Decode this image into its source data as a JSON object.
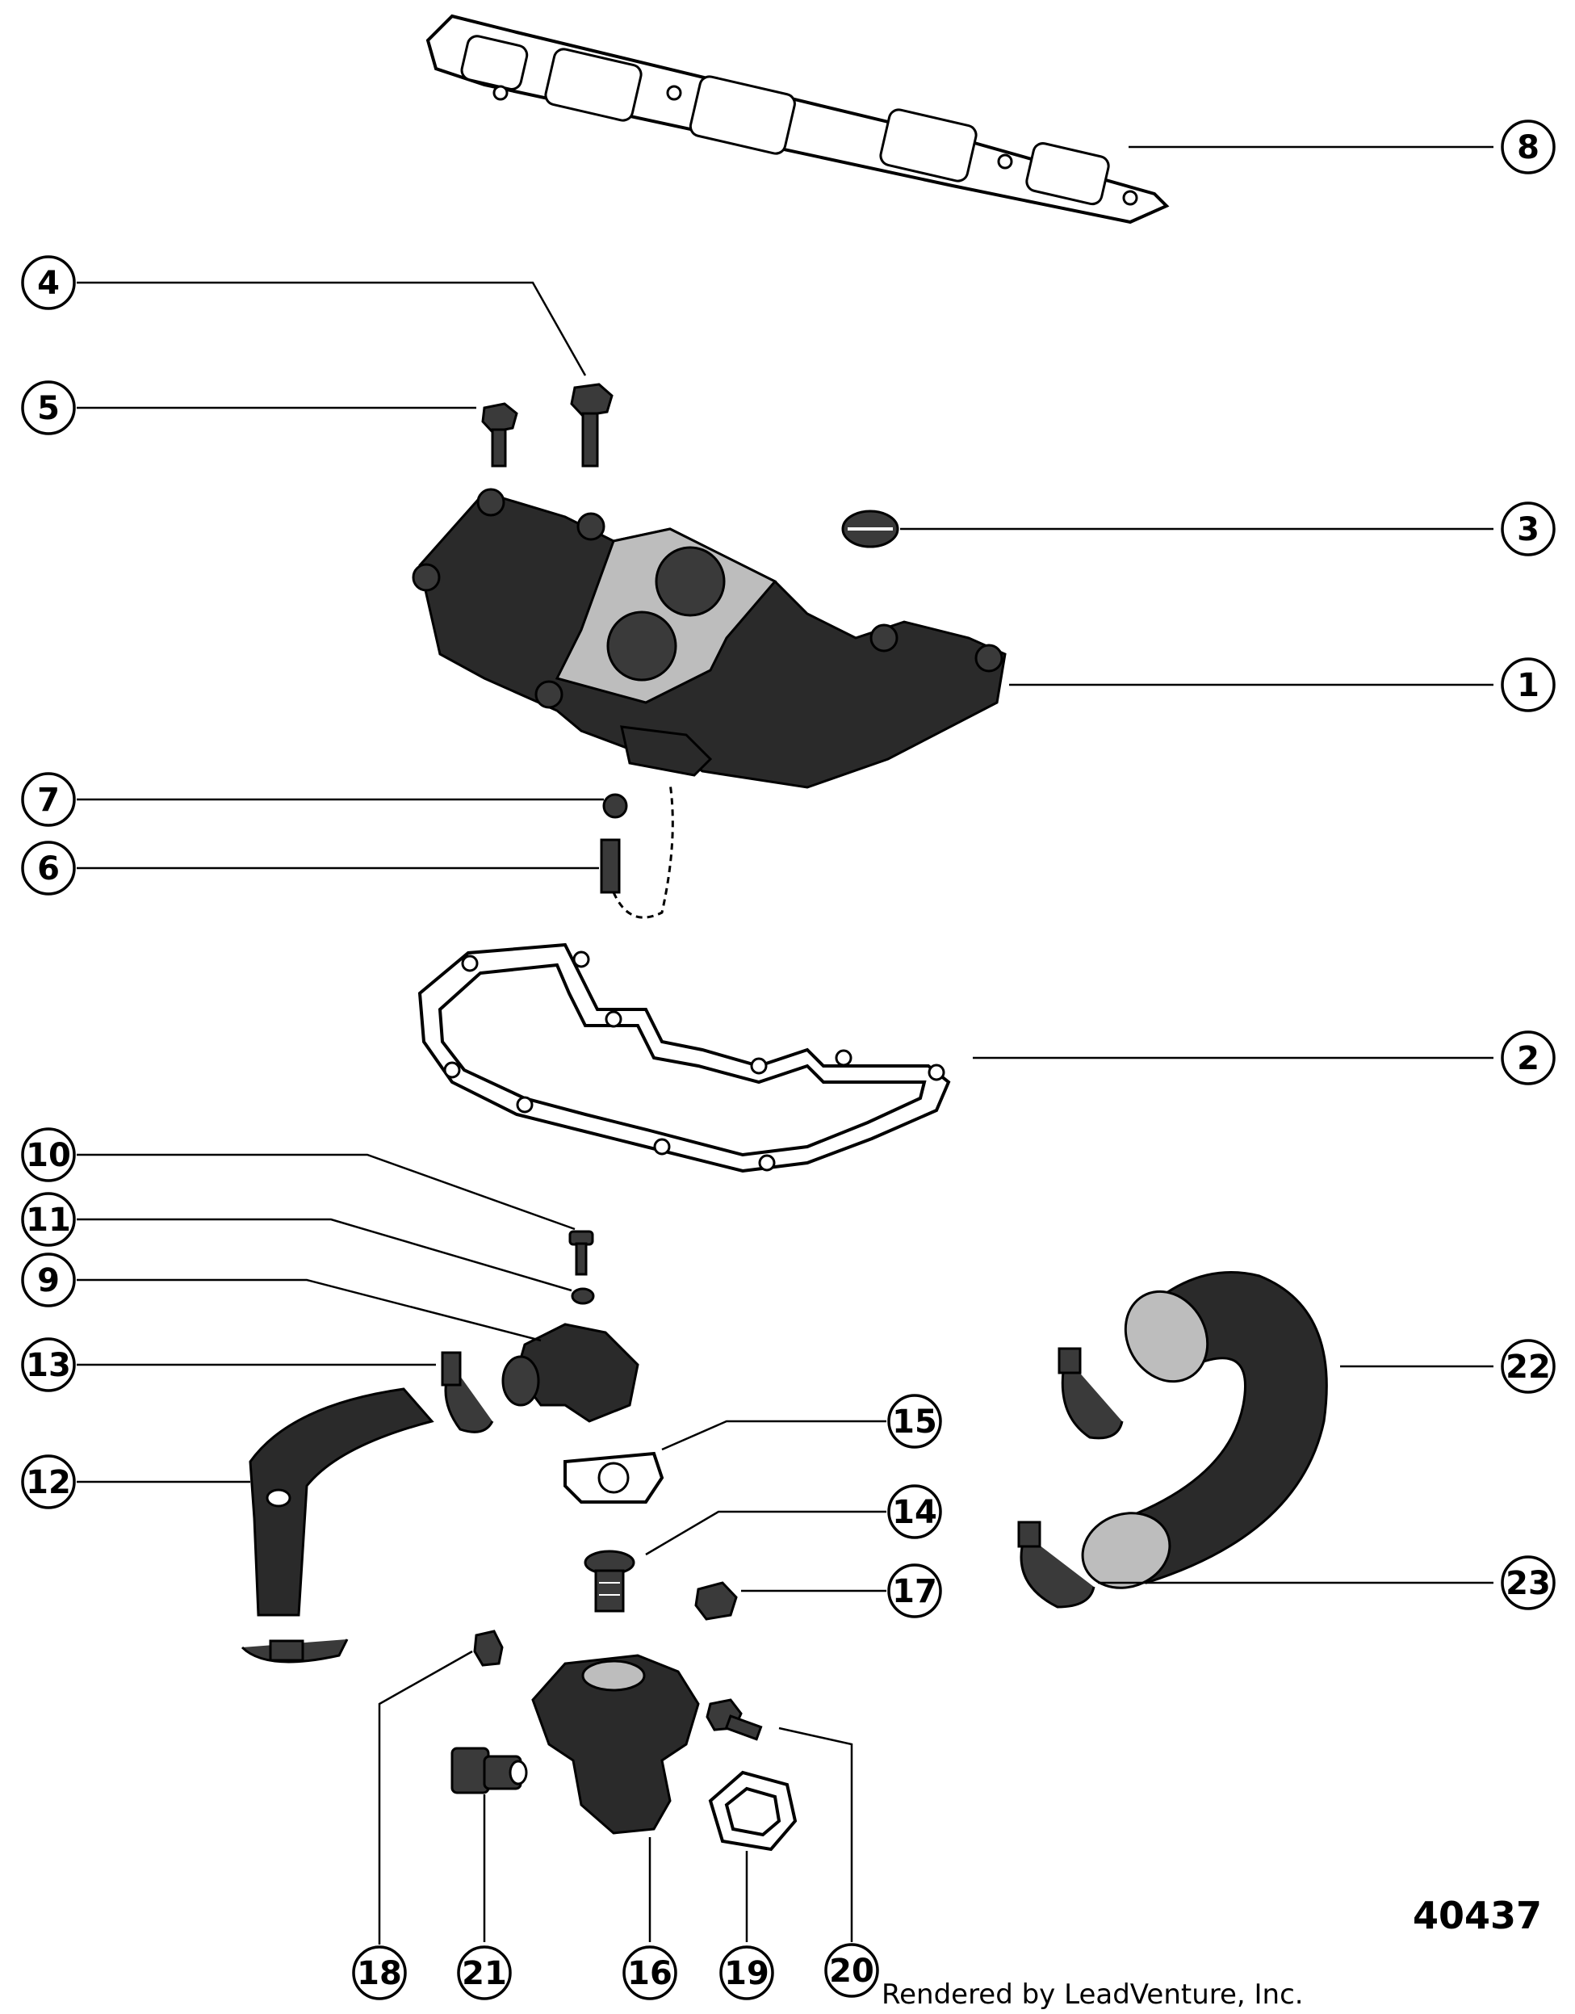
{
  "figure_number": "40437",
  "credit": "Rendered by LeadVenture, Inc.",
  "callouts": [
    {
      "id": "1",
      "label": "1"
    },
    {
      "id": "2",
      "label": "2"
    },
    {
      "id": "3",
      "label": "3"
    },
    {
      "id": "4",
      "label": "4"
    },
    {
      "id": "5",
      "label": "5"
    },
    {
      "id": "6",
      "label": "6"
    },
    {
      "id": "7",
      "label": "7"
    },
    {
      "id": "8",
      "label": "8"
    },
    {
      "id": "9",
      "label": "9"
    },
    {
      "id": "10",
      "label": "10"
    },
    {
      "id": "11",
      "label": "11"
    },
    {
      "id": "12",
      "label": "12"
    },
    {
      "id": "13",
      "label": "13"
    },
    {
      "id": "14",
      "label": "14"
    },
    {
      "id": "15",
      "label": "15"
    },
    {
      "id": "16",
      "label": "16"
    },
    {
      "id": "17",
      "label": "17"
    },
    {
      "id": "18",
      "label": "18"
    },
    {
      "id": "19",
      "label": "19"
    },
    {
      "id": "20",
      "label": "20"
    },
    {
      "id": "21",
      "label": "21"
    },
    {
      "id": "22",
      "label": "22"
    },
    {
      "id": "23",
      "label": "23"
    }
  ]
}
